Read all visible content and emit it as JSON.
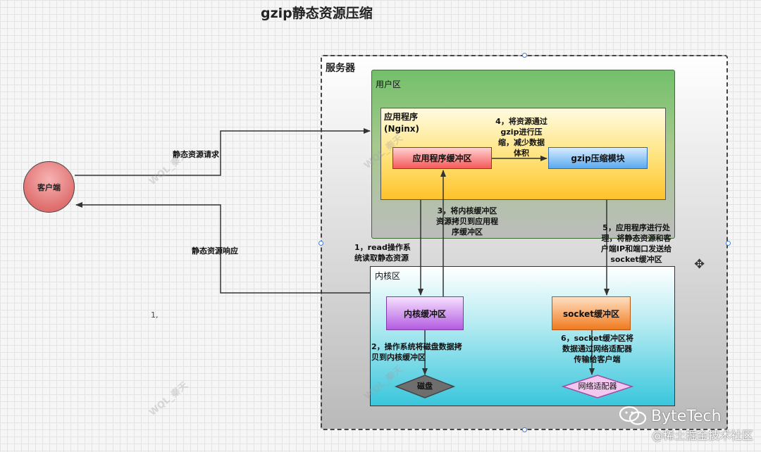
{
  "title": "gzip静态资源压缩",
  "server_label": "服务器",
  "user_zone_label": "用户区",
  "app_label_line1": "应用程序",
  "app_label_line2": "(Nginx)",
  "app_buffer_label": "应用程序缓冲区",
  "gzip_module_label": "gzip压缩模块",
  "kernel_zone_label": "内核区",
  "kernel_buffer_label": "内核缓冲区",
  "socket_buffer_label": "socket缓冲区",
  "disk_label": "磁盘",
  "nic_label": "网络适配器",
  "client_label": "客户端",
  "request_label": "静态资源请求",
  "response_label": "静态资源响应",
  "step1": [
    "1，read操作系",
    "统读取静态资源"
  ],
  "step2": [
    "2，操作系统将磁盘数据拷",
    "贝到内核缓冲区"
  ],
  "step3": [
    "3，将内核缓冲区",
    "资源拷贝到应用程",
    "序缓冲区"
  ],
  "step4": [
    "4，将资源通过",
    "gzip进行压",
    "缩，减少数据",
    "体积"
  ],
  "step5": [
    "5，应用程序进行处",
    "理，将静态资源和客",
    "户端IP和端口发送给",
    "socket缓冲区"
  ],
  "step6": [
    "6，socket缓冲区将",
    "数据通过网络适配器",
    "传输给客户端"
  ],
  "note": "1,",
  "watermark": "WQL_秦天",
  "brand": "ByteTech",
  "brand_sub": "@稀土掘金技术社区",
  "icons": {
    "move": "move-icon",
    "wechat": "wechat-icon"
  }
}
